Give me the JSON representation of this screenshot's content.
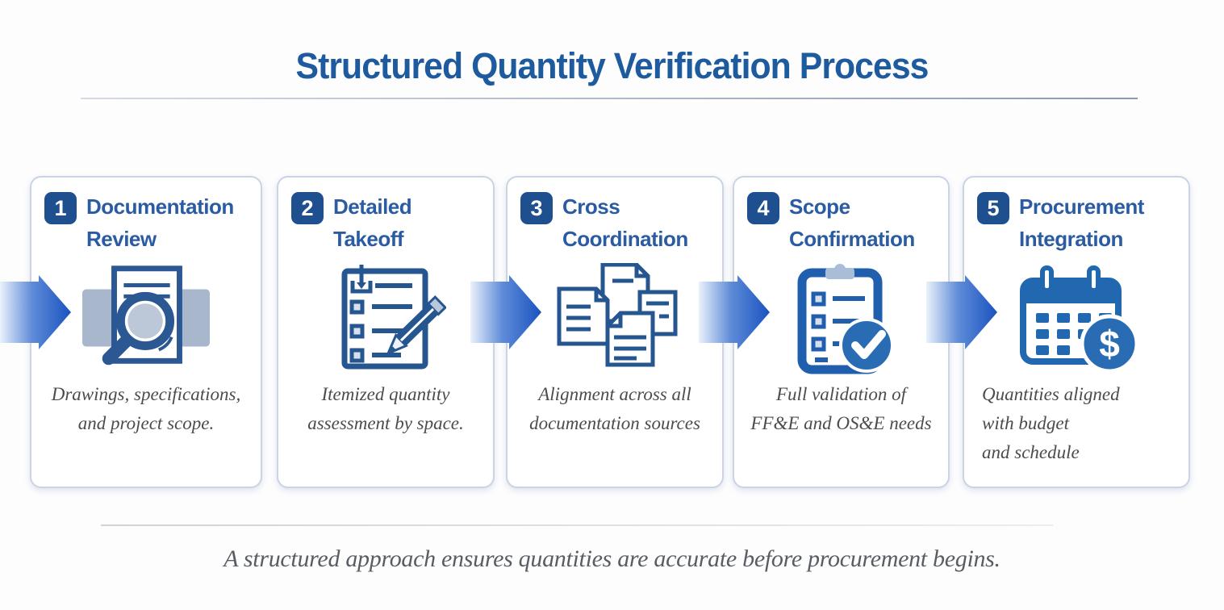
{
  "title": "Structured Quantity Verification Process",
  "footer": {
    "text": "A structured approach ensures quantities are accurate before procurement begins."
  },
  "colors": {
    "heading_blue": "#1d5a9e",
    "card_title_blue": "#2a5ba3",
    "badge_blue": "#1e4f8f",
    "icon_blue": "#26568f",
    "arrow_blue": "#1a53c0",
    "card_border": "#c9d4e4",
    "description_gray": "#4c4c4c"
  },
  "steps": [
    {
      "number": "1",
      "title_lines": [
        "Documentation",
        "Review"
      ],
      "desc_lines": [
        "Drawings, specifications,",
        "and project scope."
      ],
      "icon": "document-magnifier-icon"
    },
    {
      "number": "2",
      "title_lines": [
        "Detailed",
        "Takeoff"
      ],
      "desc_lines": [
        "Itemized quantity",
        "assessment by space."
      ],
      "icon": "checklist-pencil-icon"
    },
    {
      "number": "3",
      "title_lines": [
        "Cross",
        "Coordination"
      ],
      "desc_lines": [
        "Alignment across all",
        "documentation sources"
      ],
      "icon": "documents-stack-icon"
    },
    {
      "number": "4",
      "title_lines": [
        "Scope",
        "Confirmation"
      ],
      "desc_lines": [
        "Full validation of",
        "FF&E and OS&E needs"
      ],
      "icon": "clipboard-check-icon"
    },
    {
      "number": "5",
      "title_lines": [
        "Procurement",
        "Integration"
      ],
      "desc_lines": [
        "Quantities aligned",
        "with budget",
        "and schedule"
      ],
      "icon": "calendar-dollar-icon"
    }
  ]
}
